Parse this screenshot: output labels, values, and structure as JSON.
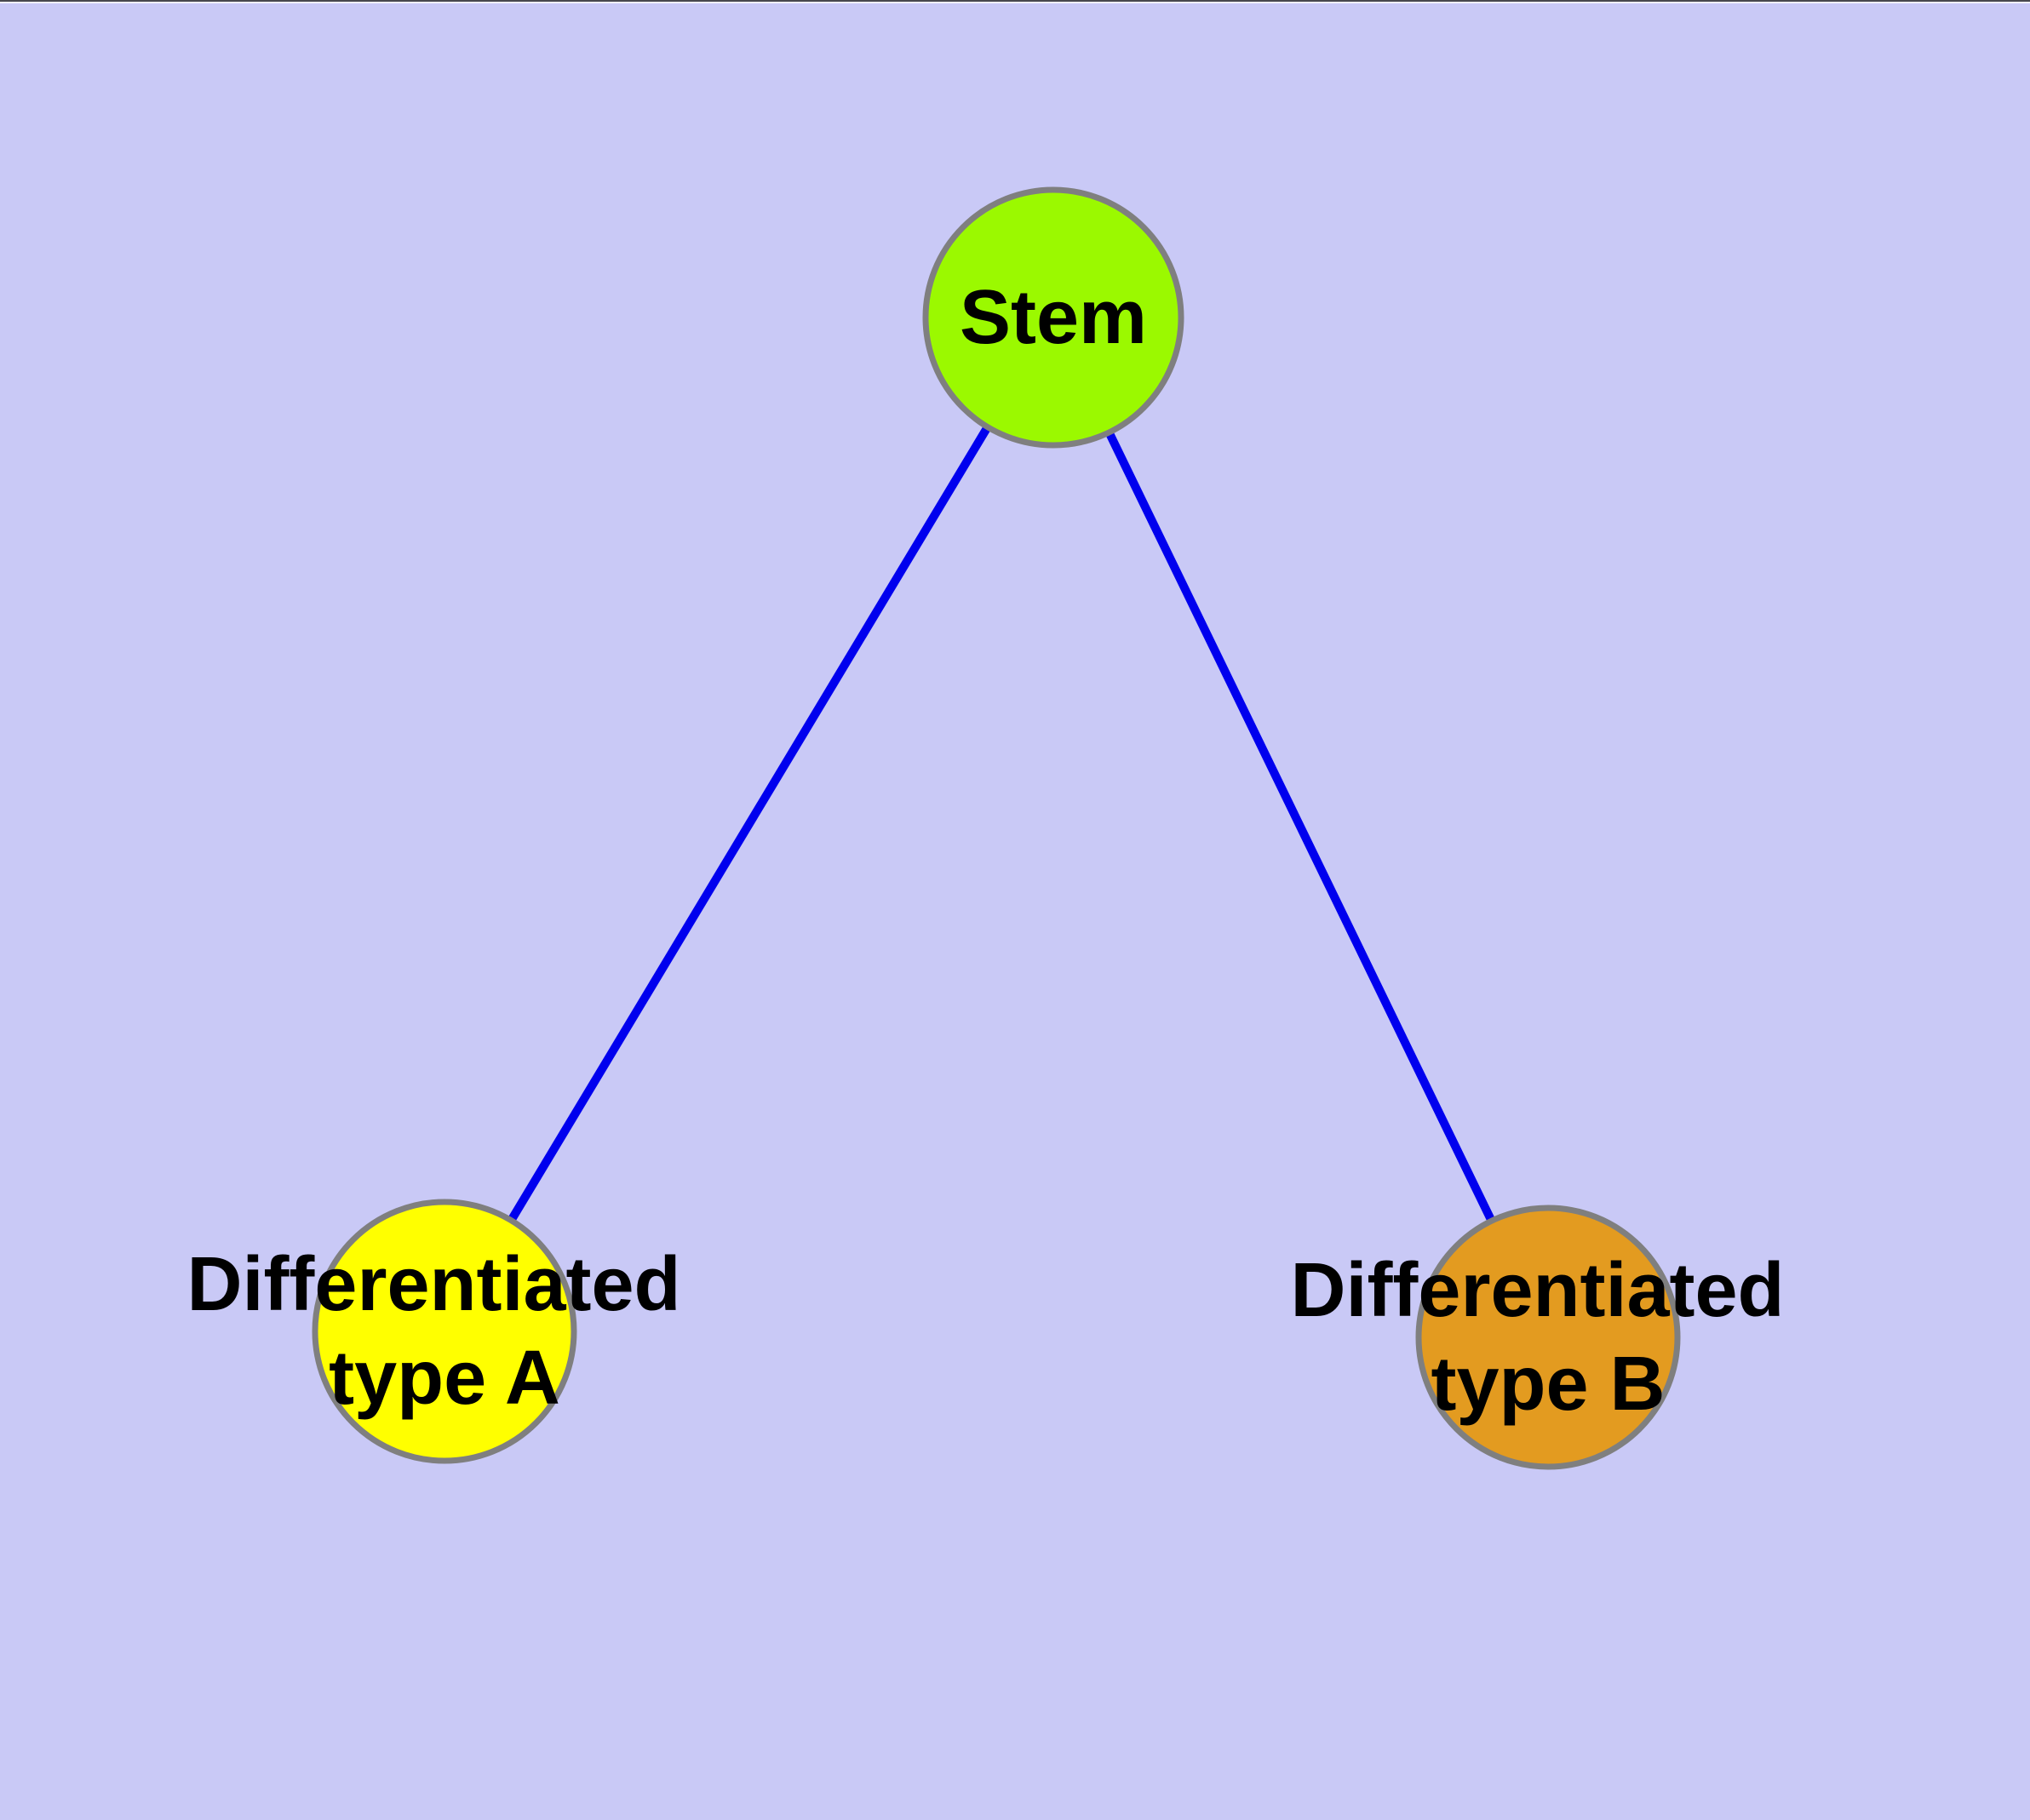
{
  "page": {
    "background_color": "#c9c9f6",
    "top_edge_dark_color": "#47474d",
    "top_edge_light_color": "#f0f0fa"
  },
  "graph": {
    "type": "node-link-diagram",
    "description": "Stem cell differentiation tree: one stem node linked to two differentiated cell type nodes",
    "edge_color": "#0000ee",
    "node_border_color": "#7f7f7f",
    "label_color": "#000000",
    "nodes": [
      {
        "id": "stem",
        "label": "Stem",
        "lines": [
          "Stem"
        ],
        "fill": "#9bf900"
      },
      {
        "id": "diff-a",
        "label": "Differentiated type A",
        "lines": [
          "Differentiated",
          "type A"
        ],
        "fill": "#ffff00"
      },
      {
        "id": "diff-b",
        "label": "Differentiated type B",
        "lines": [
          "Differentiated",
          "type B"
        ],
        "fill": "#e39b20"
      }
    ],
    "edges": [
      {
        "from": "stem",
        "to": "diff-a"
      },
      {
        "from": "stem",
        "to": "diff-b"
      }
    ]
  }
}
